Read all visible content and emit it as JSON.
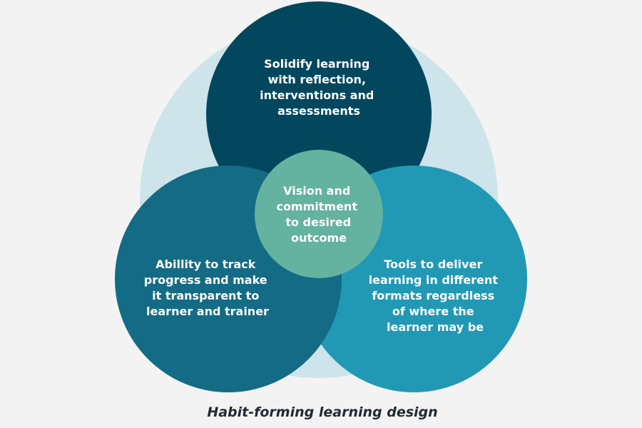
{
  "diagram": {
    "colors": {
      "background": "#f3f3f3",
      "outer_circle": "#cde4ea",
      "top_circle": "#02475e",
      "left_circle": "#146b85",
      "right_circle": "#2199b5",
      "center_circle": "#64b2a0",
      "caption": "#1f2a33"
    },
    "top": {
      "lines": [
        "Solidify learning",
        "with reflection,",
        "interventions and",
        "assessments"
      ]
    },
    "left": {
      "lines": [
        "Abillity to track",
        "progress and make",
        "it transparent to",
        "learner and trainer"
      ]
    },
    "right": {
      "lines": [
        "Tools to deliver",
        "learning in different",
        "formats regardless",
        "of where the",
        "learner may be"
      ]
    },
    "center": {
      "lines": [
        "Vision and",
        "commitment",
        "to desired",
        "outcome"
      ]
    },
    "caption": "Habit-forming learning design"
  }
}
